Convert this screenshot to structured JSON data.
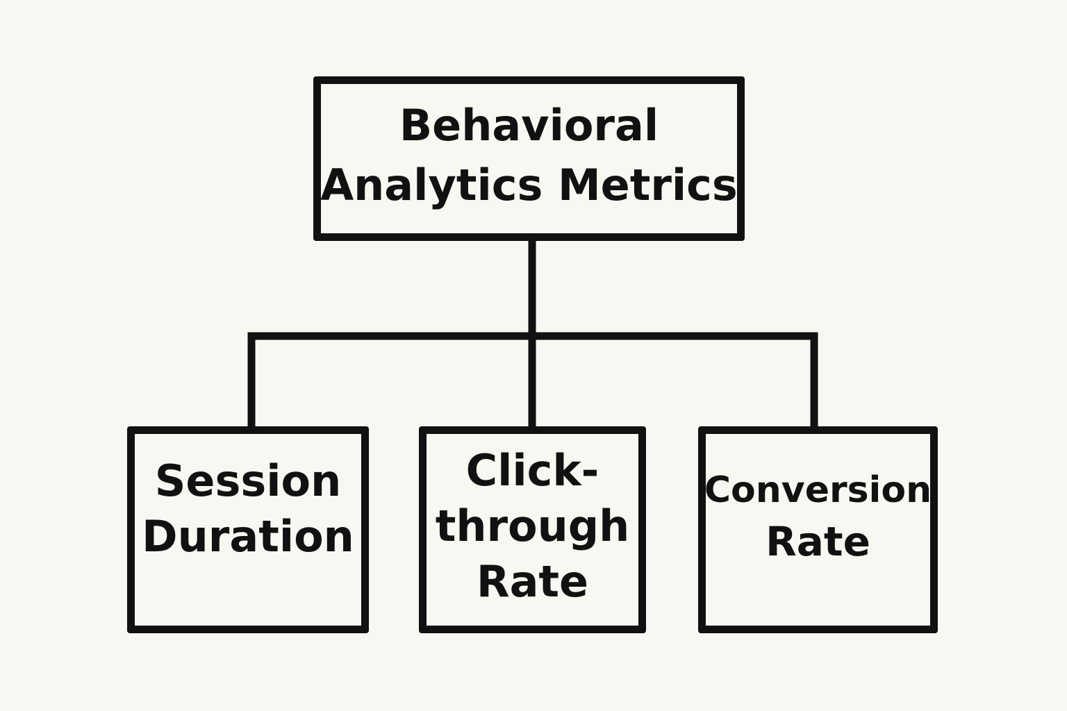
{
  "diagram": {
    "root": {
      "lines": [
        "Behavioral",
        "Analytics Metrics"
      ]
    },
    "children": [
      {
        "lines": [
          "Session",
          "Duration"
        ]
      },
      {
        "lines": [
          "Click-",
          "through",
          "Rate"
        ]
      },
      {
        "lines": [
          "Conversion",
          "Rate"
        ]
      }
    ],
    "colors": {
      "background": "#f8f7f2",
      "stroke": "#111111"
    }
  }
}
